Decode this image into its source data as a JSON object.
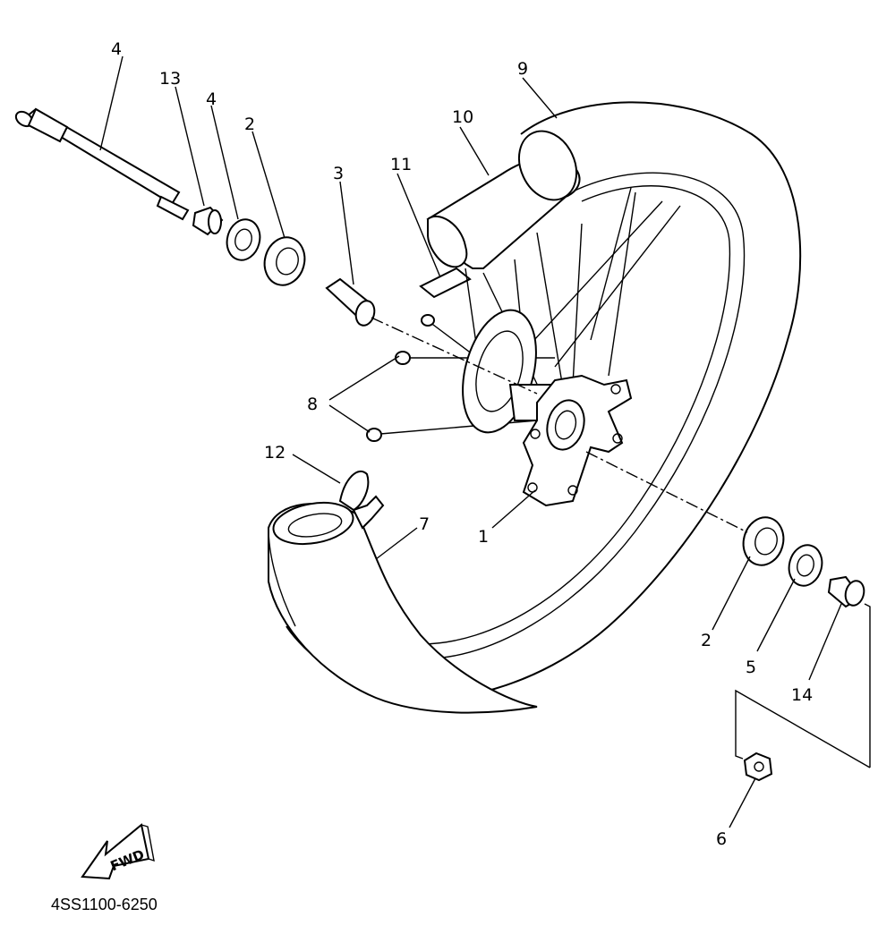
{
  "diagram": {
    "part_code": "4SS1100-6250",
    "fwd_label": "FWD",
    "callouts": [
      {
        "id": "c1",
        "text": "1"
      },
      {
        "id": "c2a",
        "text": "2"
      },
      {
        "id": "c2b",
        "text": "2"
      },
      {
        "id": "c3",
        "text": "3"
      },
      {
        "id": "c4a",
        "text": "4"
      },
      {
        "id": "c4b",
        "text": "4"
      },
      {
        "id": "c5",
        "text": "5"
      },
      {
        "id": "c6",
        "text": "6"
      },
      {
        "id": "c7",
        "text": "7"
      },
      {
        "id": "c8",
        "text": "8"
      },
      {
        "id": "c9",
        "text": "9"
      },
      {
        "id": "c10",
        "text": "10"
      },
      {
        "id": "c11",
        "text": "11"
      },
      {
        "id": "c12",
        "text": "12"
      },
      {
        "id": "c13",
        "text": "13"
      },
      {
        "id": "c14",
        "text": "14"
      }
    ]
  }
}
